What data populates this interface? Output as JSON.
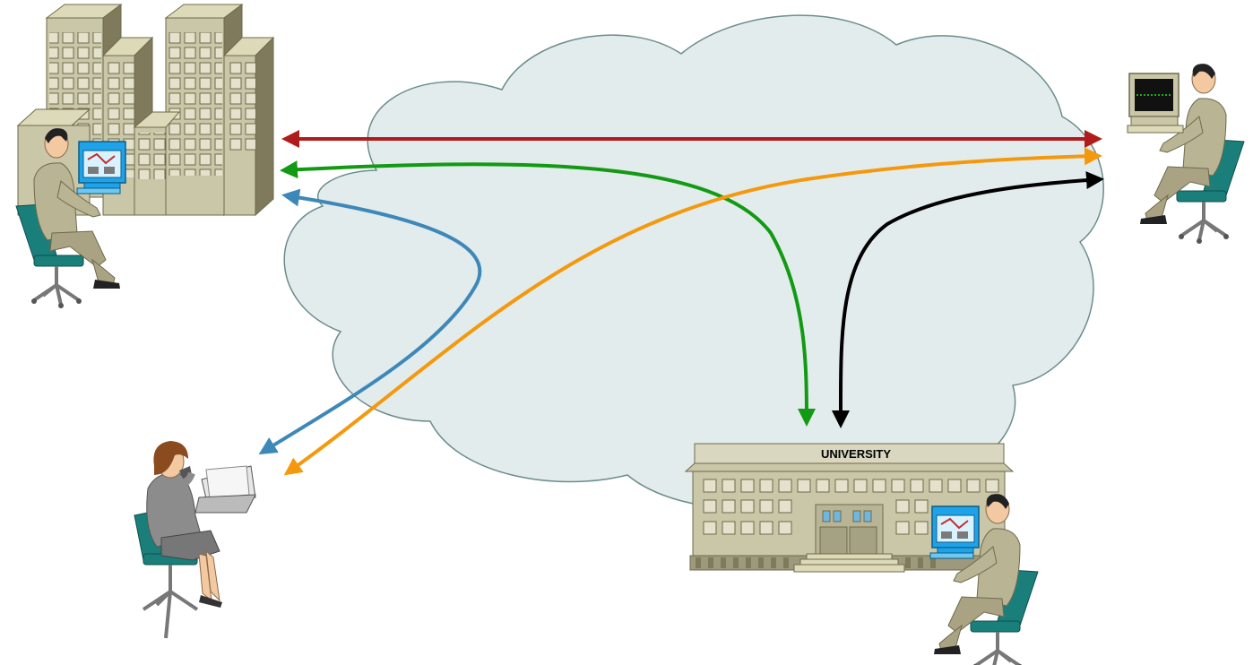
{
  "diagram": {
    "building_sign": "UNIVERSITY",
    "nodes": [
      {
        "id": "corporate-office",
        "icon": "office-buildings-icon"
      },
      {
        "id": "corporate-user",
        "icon": "seated-man-workstation-icon"
      },
      {
        "id": "remote-user",
        "icon": "seated-man-terminal-icon"
      },
      {
        "id": "mobile-user",
        "icon": "woman-on-phone-laptop-icon"
      },
      {
        "id": "university",
        "icon": "university-building-icon"
      },
      {
        "id": "university-user",
        "icon": "seated-man-workstation-icon"
      }
    ],
    "connections": [
      {
        "id": "office-remote",
        "color": "#b01c1c",
        "bidirectional": true
      },
      {
        "id": "office-university",
        "color": "#139a14",
        "bidirectional": true
      },
      {
        "id": "office-mobile",
        "color": "#3d88b8",
        "bidirectional": true
      },
      {
        "id": "mobile-remote",
        "color": "#f4990d",
        "bidirectional": true
      },
      {
        "id": "university-remote",
        "color": "#000000",
        "bidirectional": true
      }
    ],
    "colors": {
      "cloud_fill": "#e3ecec",
      "cloud_stroke": "#6c8c8c",
      "building_fill": "#c9c7a8",
      "workstation_screen": "#1fa3e8",
      "chair": "#1a7f7a",
      "suit": "#b9b494"
    }
  }
}
